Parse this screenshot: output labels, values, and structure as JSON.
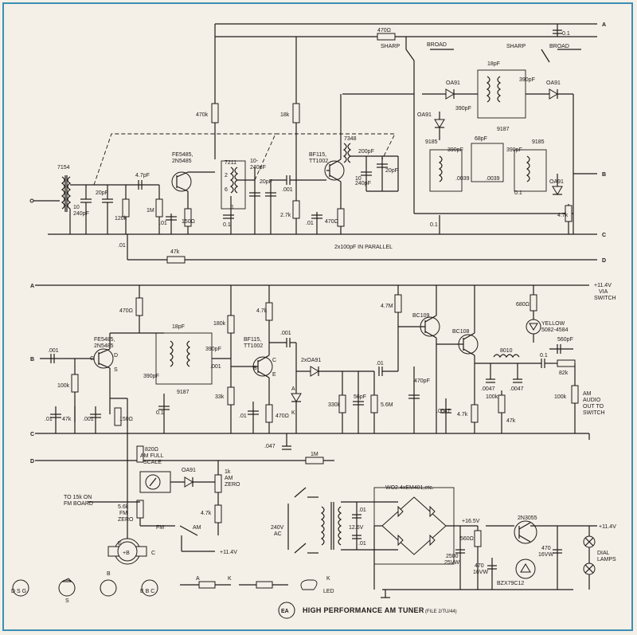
{
  "title": "HIGH PERFORMANCE AM TUNER",
  "file_ref": "(FILE 2/TU/44)",
  "logo_text": "EA",
  "rails": {
    "a": "A",
    "b": "B",
    "c": "C",
    "d": "D"
  },
  "top_section": {
    "coil_7154": "7154",
    "fe_transistor": "FE5485,\n2N5485",
    "fe_line1": "FE5485,",
    "fe_line2": "2N5485",
    "if_7211": "7211",
    "bf_line1": "BF115,",
    "bf_line2": "TT1002",
    "if_7348": "7348",
    "coil_9185a": "9185",
    "coil_9185b": "9185",
    "coil_9187": "9187",
    "oa91": "OA91",
    "sharp1": "SHARP",
    "broad1": "BROAD",
    "sharp2": "SHARP",
    "broad2": "BROAD",
    "note_parallel": "2x100pF IN PARALLEL",
    "values": {
      "r470_top": "470Ω",
      "c01_top": "0.1",
      "r470k": "470k",
      "r18k": "18k",
      "c47": "4.7pF",
      "c20": "20pF",
      "c10_240": "10\n240pF",
      "r120k": "120k",
      "r1M": "1M",
      "c01a": ".01",
      "r150": "150Ω",
      "c01b": "0.1",
      "c001": ".001",
      "r2_7k": "2.7k",
      "c01c": ".01",
      "r470b": "470Ω",
      "c200": "200pF",
      "c20b": "20pF",
      "c18": "18pF",
      "c390a": "390pF",
      "c390b": "390pF",
      "c390c": "390pF",
      "c390d": "390pF",
      "c68": "68pF",
      "c0039a": ".0039",
      "c0039b": ".0039",
      "c01d": "0.1",
      "c01e": "0.1",
      "r4_7k": "4.7k",
      "c01f": ".01",
      "r47k": "47k"
    }
  },
  "bottom_section": {
    "supply": "+11.4V\nVIA\nSWITCH",
    "supply_l1": "+11.4V",
    "supply_l2": "VIA",
    "supply_l3": "SWITCH",
    "yellow_led": "YELLOW\n5082-4584",
    "yellow_l1": "YELLOW",
    "yellow_l2": "5082-4584",
    "fe_line1": "FE5485,",
    "fe_line2": "2N5485",
    "bf_line1": "BF115,",
    "bf_line2": "TT1002",
    "bc109": "BC109",
    "bc108": "BC108",
    "oa91x2": "2xOA91",
    "coil_9187": "9187",
    "coil_8010": "8010",
    "am_full_scale": "820Ω\nAM FULL\nSCALE",
    "am_fs_l1": "820Ω",
    "am_fs_l2": "AM FULL",
    "am_fs_l3": "SCALE",
    "am_zero_l1": "1k",
    "am_zero_l2": "AM",
    "am_zero_l3": "ZERO",
    "fm_zero_l1": "5.6k",
    "fm_zero_l2": "FM",
    "fm_zero_l3": "ZERO",
    "to_15k_l1": "TO 15k ON",
    "to_15k_l2": "FM BOARD",
    "fm": "FM",
    "am": "AM",
    "plus114": "+11.4V",
    "audio_l1": "AM",
    "audio_l2": "AUDIO",
    "audio_l3": "OUT TO",
    "audio_l4": "SWITCH",
    "values": {
      "r680": "680Ω",
      "r4_7M": "4.7M",
      "c560": "560pF",
      "r4_7k_a": "4.7k",
      "r180k": "180k",
      "c18": "18pF",
      "c390a": "390pF",
      "c390b": "390pF",
      "c001a": ".001",
      "c001b": ".001",
      "c001c": ".001",
      "r100k_a": "100k",
      "c01a": ".01",
      "r47k": "47k",
      "r150": "150Ω",
      "c01b": "0.1",
      "r33k": "33k",
      "c01c": ".01",
      "r470": "470Ω",
      "r330k": "330k",
      "c56": "56pF",
      "r5_6M": "5.6M",
      "c01d": ".01",
      "c470": "470pF",
      "c0047a": ".0047",
      "c0047b": ".0047",
      "c0047c": ".0047",
      "r100k_b": "100k",
      "r47k_b": "47k",
      "r4_7k_b": "4.7k",
      "c01e": "0.1",
      "r82k": "82k",
      "r100k_c": "100k",
      "c047": ".047",
      "r1M": "1M",
      "r4_7k_c": "4.7k",
      "r470top": "470Ω"
    }
  },
  "power_supply": {
    "bridge": "WO2.4xEM401,etc.",
    "mains_l1": "240V",
    "mains_l2": "AC",
    "c01a": ".01",
    "c01b": ".01",
    "v12_6": "12.6V",
    "v16_5": "+16.5V",
    "c2500_l1": "2500",
    "c2500_l2": "25VW",
    "r560": "560Ω",
    "c470a_l1": "470",
    "c470a_l2": "16VW",
    "c470b_l1": "470",
    "c470b_l2": "16VW",
    "q_2n3055": "2N3055",
    "zener": "BZX79C12",
    "out": "+11.4V",
    "dial_l1": "DIAL",
    "dial_l2": "LAMPS"
  },
  "pinouts": {
    "p1": "D  S  G",
    "p2": "S",
    "p3": "B",
    "p4": "E  B  C",
    "diode_a": "A",
    "diode_k": "K",
    "led_k": "K",
    "led": "LED",
    "transistor_e": "E",
    "transistor_b": "B",
    "transistor_c": "C"
  }
}
